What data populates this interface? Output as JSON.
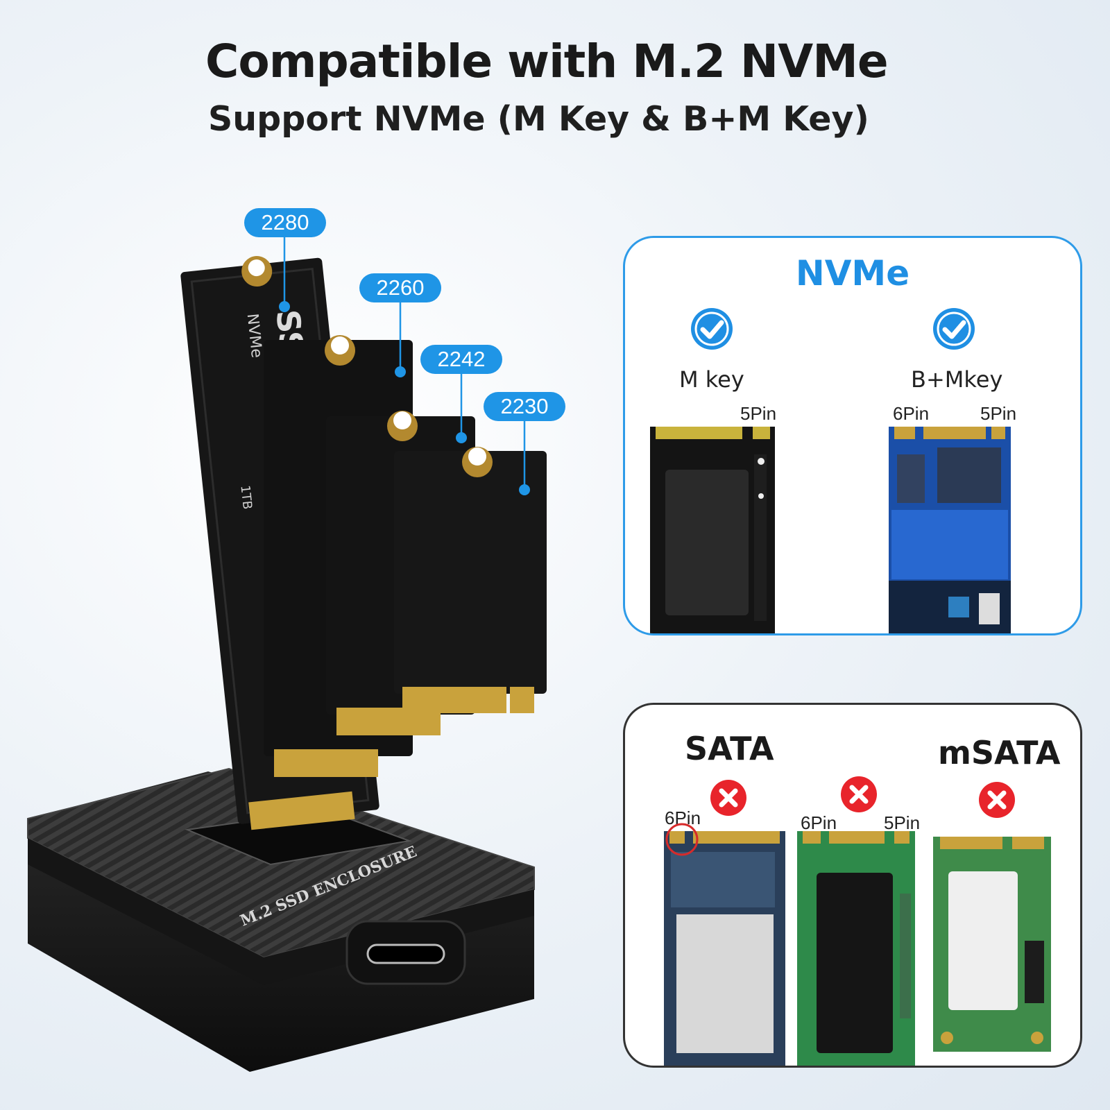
{
  "header": {
    "title": "Compatible with M.2 NVMe",
    "subtitle": "Support NVMe (M Key & B+M Key)"
  },
  "product": {
    "enclosure_print": "M.2 SSD ENCLOSURE",
    "ssd_sizes": [
      "2280",
      "2260",
      "2242",
      "2230"
    ],
    "ssd_print": "SSD",
    "ssd_print_small": "NVMe",
    "capacity_print": "1TB"
  },
  "nvme_panel": {
    "heading": "NVMe",
    "m_key": {
      "label": "M key",
      "pin": "5Pin",
      "supported": true
    },
    "bm_key": {
      "label": "B+Mkey",
      "pin_left": "6Pin",
      "pin_right": "5Pin",
      "supported": true
    }
  },
  "sata_panel": {
    "heading_sata": "SATA",
    "heading_msata": "mSATA",
    "sata_m": {
      "pin": "6Pin",
      "supported": false
    },
    "sata_bm": {
      "pin_left": "6Pin",
      "pin_right": "5Pin",
      "supported": false
    },
    "msata": {
      "supported": false
    }
  },
  "colors": {
    "accent": "#1f95e6",
    "check": "#1f8fe3",
    "cross": "#e8242b",
    "dark": "#1a1a1a"
  },
  "icons": {
    "supported": "check-circle-icon",
    "unsupported": "cross-circle-icon"
  }
}
